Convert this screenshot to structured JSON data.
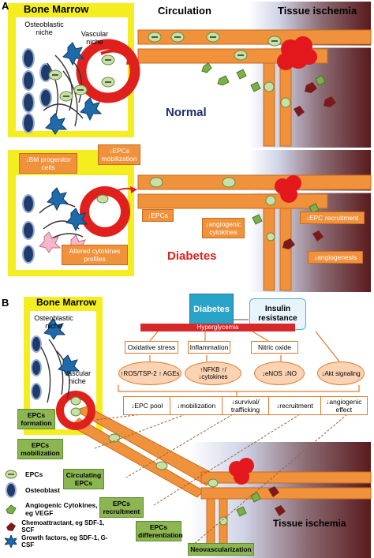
{
  "panel_a": {
    "letter": "A",
    "bone_marrow": "Bone Marrow",
    "circulation": "Circulation",
    "tissue_ischemia": "Tissue ischemia",
    "osteoblastic_niche": "Osteoblastic niche",
    "vascular_niche": "Vascular niche",
    "normal": "Normal",
    "diabetes": "Diabetes",
    "boxes": {
      "bm_progenitor": "↓BM progenitor cells",
      "epcs_mobilization": "↓EPCs mobilization",
      "epcs": "↓EPCs",
      "angiogenic_cytokines": "↓angiogenic cytokines",
      "epc_recruitment": "↓EPC recruitment",
      "altered_cytokines": "Altered cytokines profiles",
      "angiogenesis": "↓angiogenesis"
    }
  },
  "panel_b": {
    "letter": "B",
    "bone_marrow": "Bone Marrow",
    "osteoblastic_niche": "Osteoblastic niche",
    "vascular_niche": "Vascular niche",
    "tissue_ischemia": "Tissue ischemia",
    "diabetes": "Diabetes",
    "insulin_resistance": "Insulin resistance",
    "hyperglycemia": "Hyperglycemia",
    "mechanisms": [
      "Oxidative stress",
      "Inflammation",
      "Nitric oxide"
    ],
    "effects": [
      "↑ROS/TSP-2 ↑ AGEs",
      "↑NFKB ↑/↓cytokines",
      "↓eNOS ↓NO",
      "↓Akt signaling"
    ],
    "outcomes": [
      "↓EPC pool",
      "↓mobilization",
      "↓survival/ trafficking",
      "↓recruitment",
      "↓angiogenic effect"
    ],
    "steps": {
      "formation": "EPCs formation",
      "mobilization": "EPCs mobilization",
      "circulating": "Circulating EPCs",
      "recruitment": "EPCs recruitment",
      "differentiation": "EPCs differentiation",
      "neovascularization": "Neovascularization"
    },
    "legend": [
      {
        "label": "EPCs",
        "icon": "epc-icon"
      },
      {
        "label": "Osteoblast",
        "icon": "osteoblast-icon"
      },
      {
        "label": "Angiogenic Cytokines, eg VEGF",
        "icon": "cytokine-icon"
      },
      {
        "label": "Chemoattractant, eg SDF-1, SCF",
        "icon": "chemoattractant-icon"
      },
      {
        "label": "Growth factors, eg SDF-1, G-CSF",
        "icon": "growth-factor-icon"
      }
    ]
  },
  "colors": {
    "yellow": "#f4ee20",
    "orange": "#f0923c",
    "green": "#8cb652",
    "red": "#e0201c",
    "teal": "#2aa3c8",
    "dark_red": "#6a1818",
    "navy": "#1f2d6b"
  }
}
